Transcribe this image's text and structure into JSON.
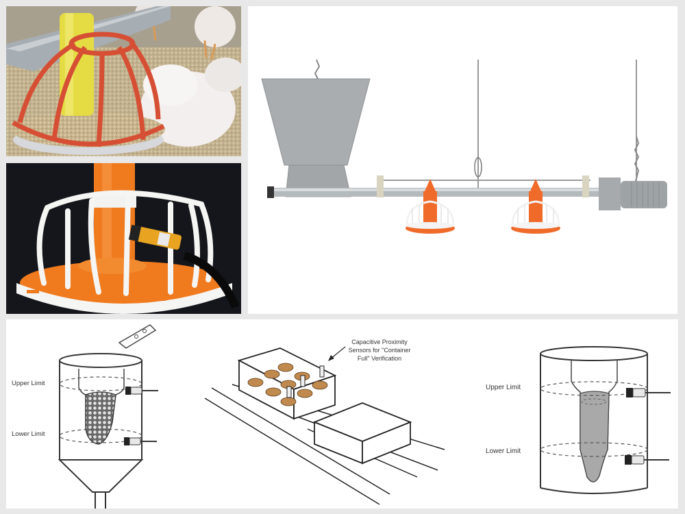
{
  "panels": {
    "chickens_photo": {
      "colors": {
        "cage": "#d9533a",
        "hub": "#e6dc3a",
        "feed": "#c9b58f",
        "pipe": "#a9b0b5"
      }
    },
    "sensor_feeder_photo": {
      "colors": {
        "cage": "#f4f4f4",
        "body": "#f07a1e",
        "background": "#121418"
      }
    },
    "feeding_system_photo": {
      "colors": {
        "hopper": "#a8acaf",
        "pan": "#f06a2a",
        "motor": "#9ea3a6"
      }
    },
    "diagrams": {
      "hopper_diagram": {
        "upper_label": "Upper Limit",
        "lower_label": "Lower Limit"
      },
      "conveyor_diagram": {
        "callout": [
          "Capacitive Proximity",
          "Sensors for \"Container",
          "Full\" Verification"
        ]
      },
      "liquid_diagram": {
        "upper_label": "Upper Limit",
        "lower_label": "Lower Limit"
      }
    }
  }
}
